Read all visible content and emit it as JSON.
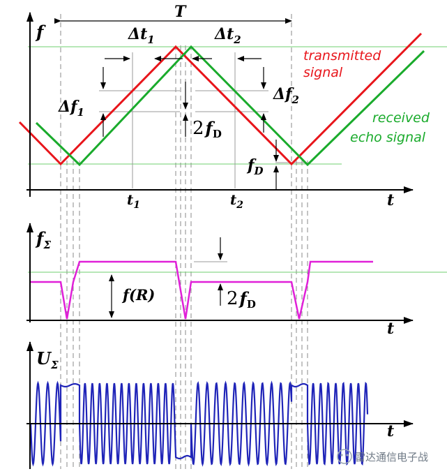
{
  "top_plot": {
    "y_label": "f",
    "x_label": "t",
    "period_label": "T",
    "delta_t1_label": "Δt",
    "delta_t1_sub": "1",
    "delta_t2_label": "Δt",
    "delta_t2_sub": "2",
    "delta_f1_label": "Δf",
    "delta_f1_sub": "1",
    "delta_f2_label": "Δf",
    "delta_f2_sub": "2",
    "two_fd_label": "2",
    "two_fd_f": "f",
    "two_fd_sub": "D",
    "fd_label": "f",
    "fd_sub": "D",
    "t1_label": "t",
    "t1_sub": "1",
    "t2_label": "t",
    "t2_sub": "2",
    "transmitted_line1": "transmitted",
    "transmitted_line2": "signal",
    "received_line1": "received",
    "received_line2": "echo signal"
  },
  "middle_plot": {
    "y_label": "f",
    "y_sub": "Σ",
    "x_label": "t",
    "fr_label": "f(R)",
    "two_fd_label": "2",
    "two_fd_f": "f",
    "two_fd_sub": "D"
  },
  "bottom_plot": {
    "y_label": "U",
    "y_sub": "Σ",
    "x_label": "t"
  },
  "watermark": {
    "text": "雷达通信电子战"
  },
  "colors": {
    "transmitted": "#e8151b",
    "received": "#1aab2c",
    "beat": "#e020d8",
    "signal": "#1f24b8",
    "guide": "#6fcf6f"
  }
}
